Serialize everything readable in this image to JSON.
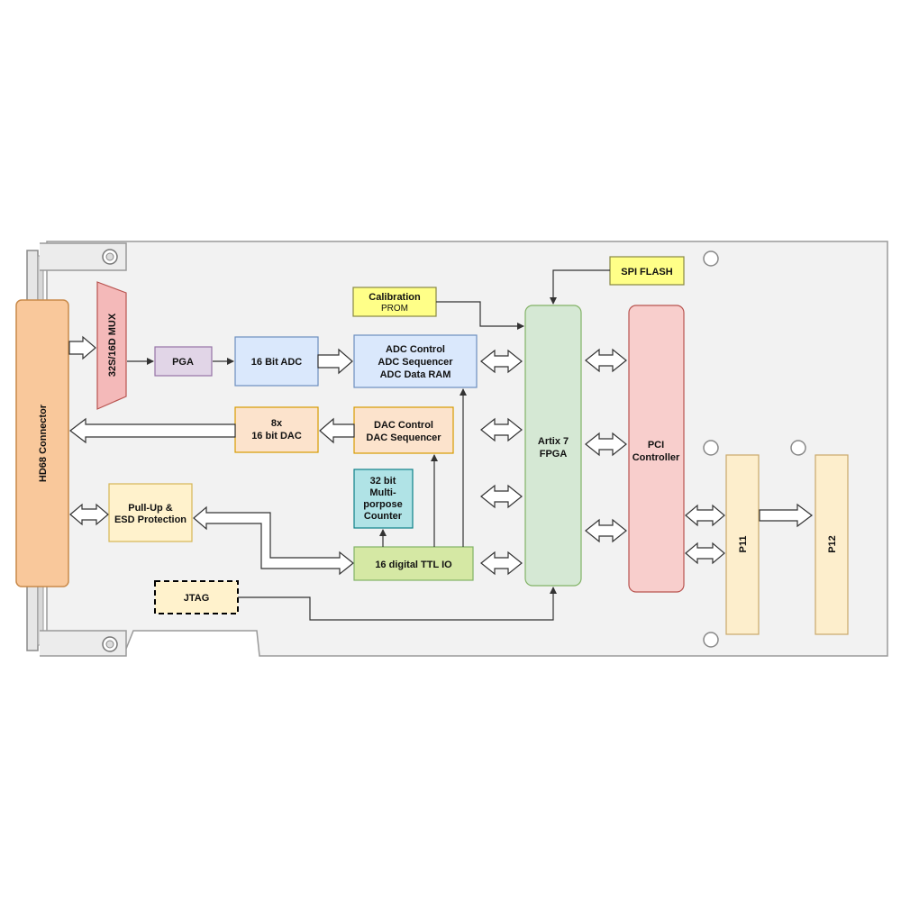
{
  "colors": {
    "board_fill": "#f2f2f2",
    "board_stroke": "#9a9a9a",
    "connector_orange": "#f9c89b",
    "mux_pink": "#f4b9b9",
    "pga_purple": "#e1d5e7",
    "adc_blue": "#dae8fc",
    "dac_orange": "#fce3cc",
    "pullup_yellow": "#fff2cc",
    "counter_teal": "#b0e3e6",
    "ttl_green": "#d5e8a4",
    "prom_yellow": "#ffff88",
    "fpga_green": "#d5e8d4",
    "pci_pink": "#f8cecc",
    "p_cream": "#fdeecc",
    "arrow_stroke": "#333333"
  },
  "blocks": {
    "hd68": {
      "label": "HD68 Connector"
    },
    "mux": {
      "label": "32S/16D MUX"
    },
    "pga": {
      "label": "PGA"
    },
    "adc": {
      "label": "16 Bit ADC"
    },
    "adc_ctrl": {
      "lines": [
        "ADC Control",
        "ADC Sequencer",
        "ADC Data RAM"
      ]
    },
    "calibration": {
      "line1": "Calibration",
      "line2": "PROM"
    },
    "spi_flash": {
      "label": "SPI FLASH"
    },
    "dac": {
      "line1": "8x",
      "line2": "16 bit DAC"
    },
    "dac_ctrl": {
      "line1": "DAC Control",
      "line2": "DAC Sequencer"
    },
    "pullup": {
      "line1": "Pull-Up &",
      "line2": "ESD Protection"
    },
    "counter": {
      "lines": [
        "32 bit",
        "Multi-",
        "porpose",
        "Counter"
      ]
    },
    "ttl": {
      "label": "16 digital TTL IO"
    },
    "jtag": {
      "label": "JTAG"
    },
    "fpga": {
      "line1": "Artix 7",
      "line2": "FPGA"
    },
    "pci": {
      "line1": "PCI",
      "line2": "Controller"
    },
    "p11": {
      "label": "P11"
    },
    "p12": {
      "label": "P12"
    }
  }
}
